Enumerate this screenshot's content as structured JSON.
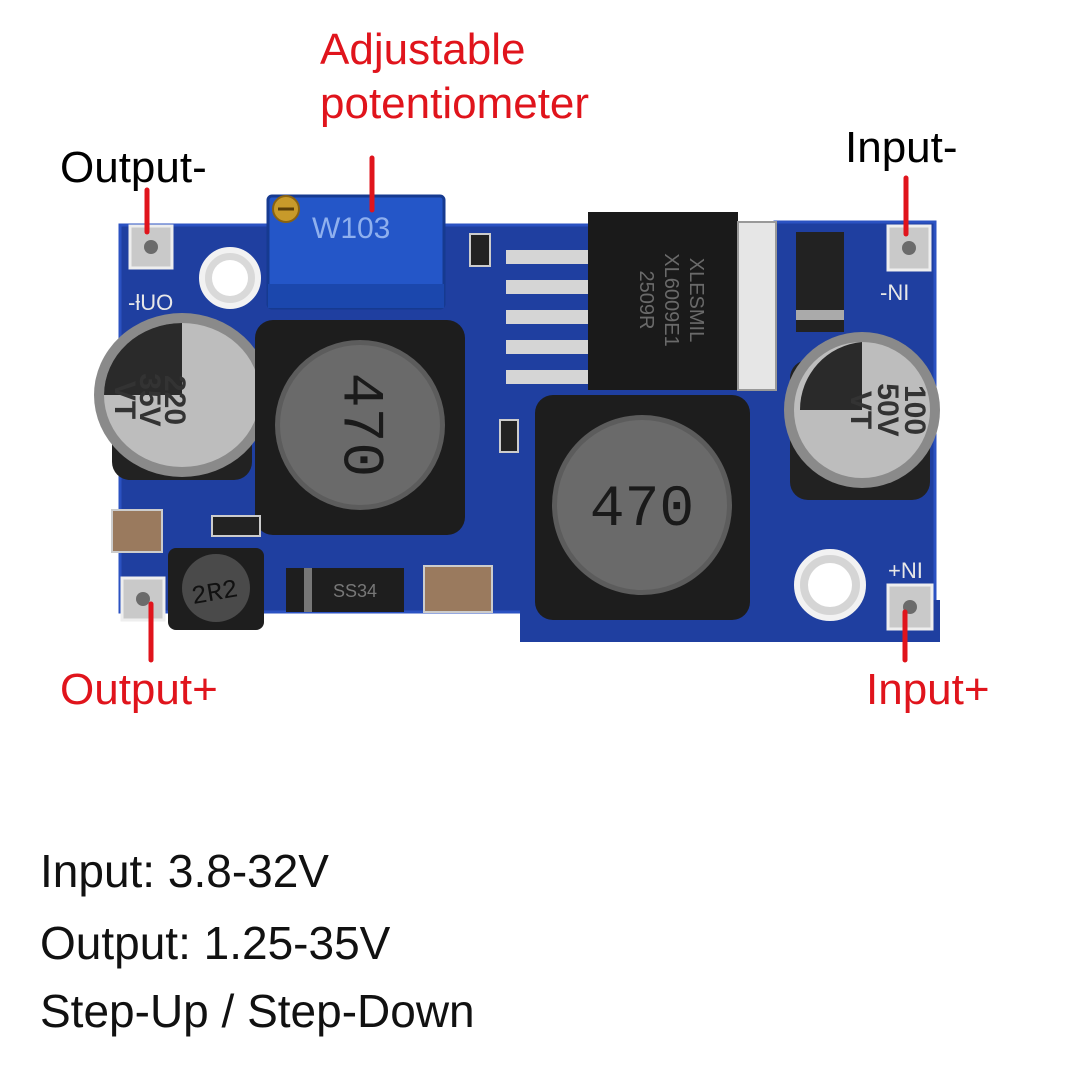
{
  "callouts": {
    "potentiometer_line1": "Adjustable",
    "potentiometer_line2": "potentiometer",
    "output_minus": "Output-",
    "input_minus": "Input-",
    "output_plus": "Output+",
    "input_plus": "Input+"
  },
  "board": {
    "pot_marking": "W103",
    "chip_marking_line1": "XLESMIL",
    "chip_marking_line2": "XL6009E1",
    "chip_marking_line3": "2509R",
    "cap_left_line1": "220",
    "cap_left_line2": "35V",
    "cap_left_line3": "VT",
    "cap_right_line1": "100",
    "cap_right_line2": "50V",
    "cap_right_line3": "VT",
    "inductor_left_marking": "470",
    "inductor_right_marking": "470",
    "small_inductor_marking": "2R2",
    "diode_marking": "SS34",
    "silk_out_minus": "-ƚUO",
    "silk_in_minus": "-NI",
    "silk_in_plus": "+NI"
  },
  "specs": {
    "input": "Input: 3.8-32V",
    "output": "Output: 1.25-35V",
    "mode": "Step-Up / Step-Down"
  },
  "colors": {
    "callout_red": "#e0141c",
    "pcb_blue": "#1f3fa0",
    "pad_silver": "#c9c9c9"
  }
}
